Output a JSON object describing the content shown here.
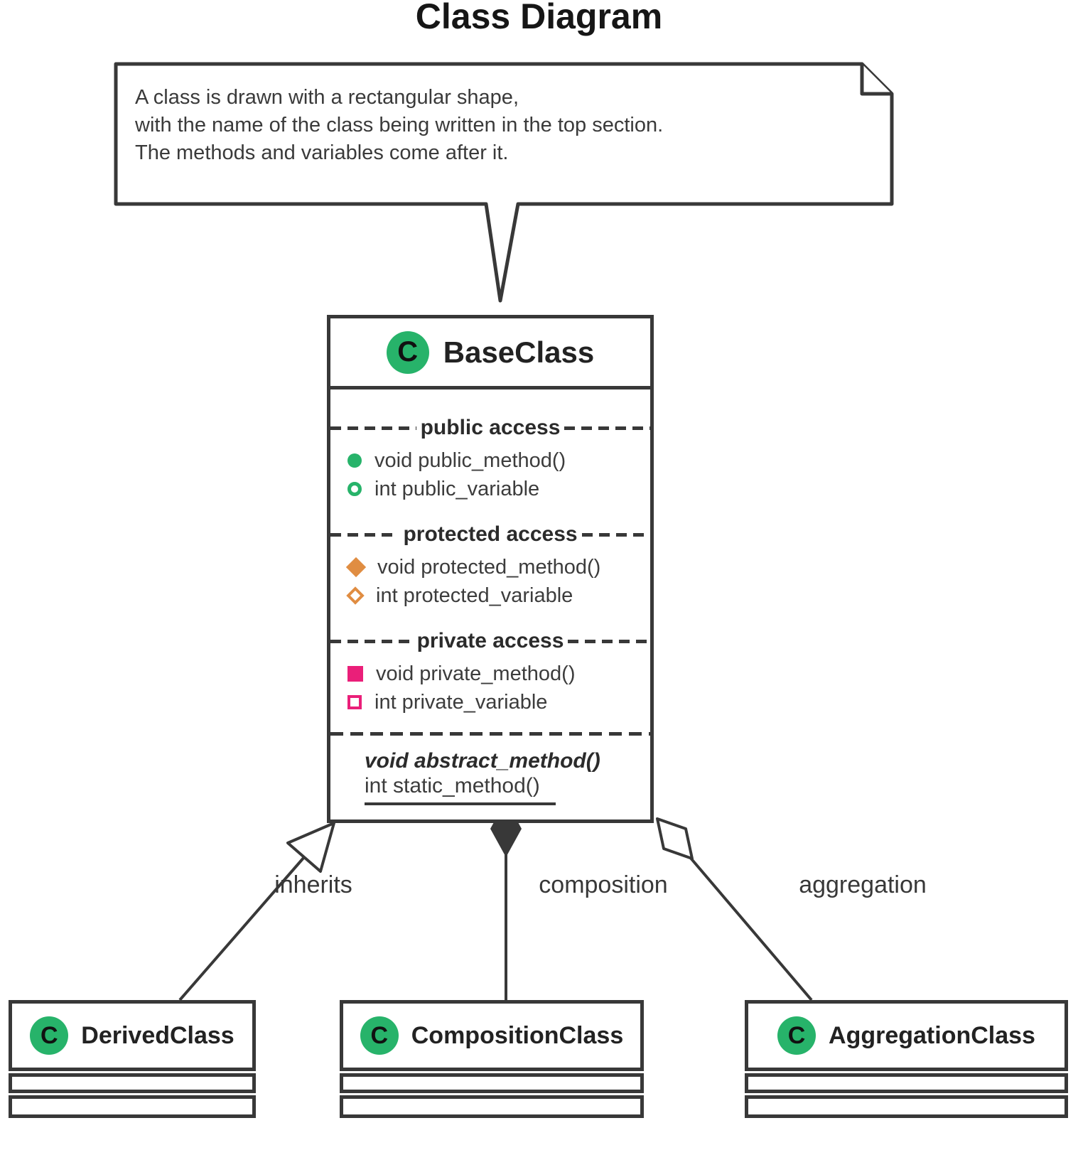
{
  "title": "Class Diagram",
  "note": {
    "lines": [
      "A class is drawn with a rectangular shape,",
      "with the name of the class being written in the top section.",
      "The methods and variables come after it."
    ]
  },
  "base_class": {
    "badge": "C",
    "name": "BaseClass",
    "sections": [
      {
        "label": "public access",
        "members": [
          {
            "icon": "public-method-icon",
            "text": "void public_method()"
          },
          {
            "icon": "public-variable-icon",
            "text": "int public_variable"
          }
        ]
      },
      {
        "label": "protected access",
        "members": [
          {
            "icon": "protected-method-icon",
            "text": "void protected_method()"
          },
          {
            "icon": "protected-variable-icon",
            "text": "int protected_variable"
          }
        ]
      },
      {
        "label": "private access",
        "members": [
          {
            "icon": "private-method-icon",
            "text": "void private_method()"
          },
          {
            "icon": "private-variable-icon",
            "text": "int private_variable"
          }
        ]
      }
    ],
    "special_members": [
      {
        "style": "abstract",
        "text": "void abstract_method()"
      },
      {
        "style": "static",
        "text": "int static_method()"
      }
    ]
  },
  "relationships": [
    {
      "label": "inherits",
      "type": "inheritance"
    },
    {
      "label": "composition",
      "type": "composition"
    },
    {
      "label": "aggregation",
      "type": "aggregation"
    }
  ],
  "classes": [
    {
      "badge": "C",
      "name": "DerivedClass"
    },
    {
      "badge": "C",
      "name": "CompositionClass"
    },
    {
      "badge": "C",
      "name": "AggregationClass"
    }
  ],
  "colors": {
    "line": "#383838",
    "green": "#27b36a",
    "orange": "#e08d42",
    "pink": "#ea1f79"
  }
}
